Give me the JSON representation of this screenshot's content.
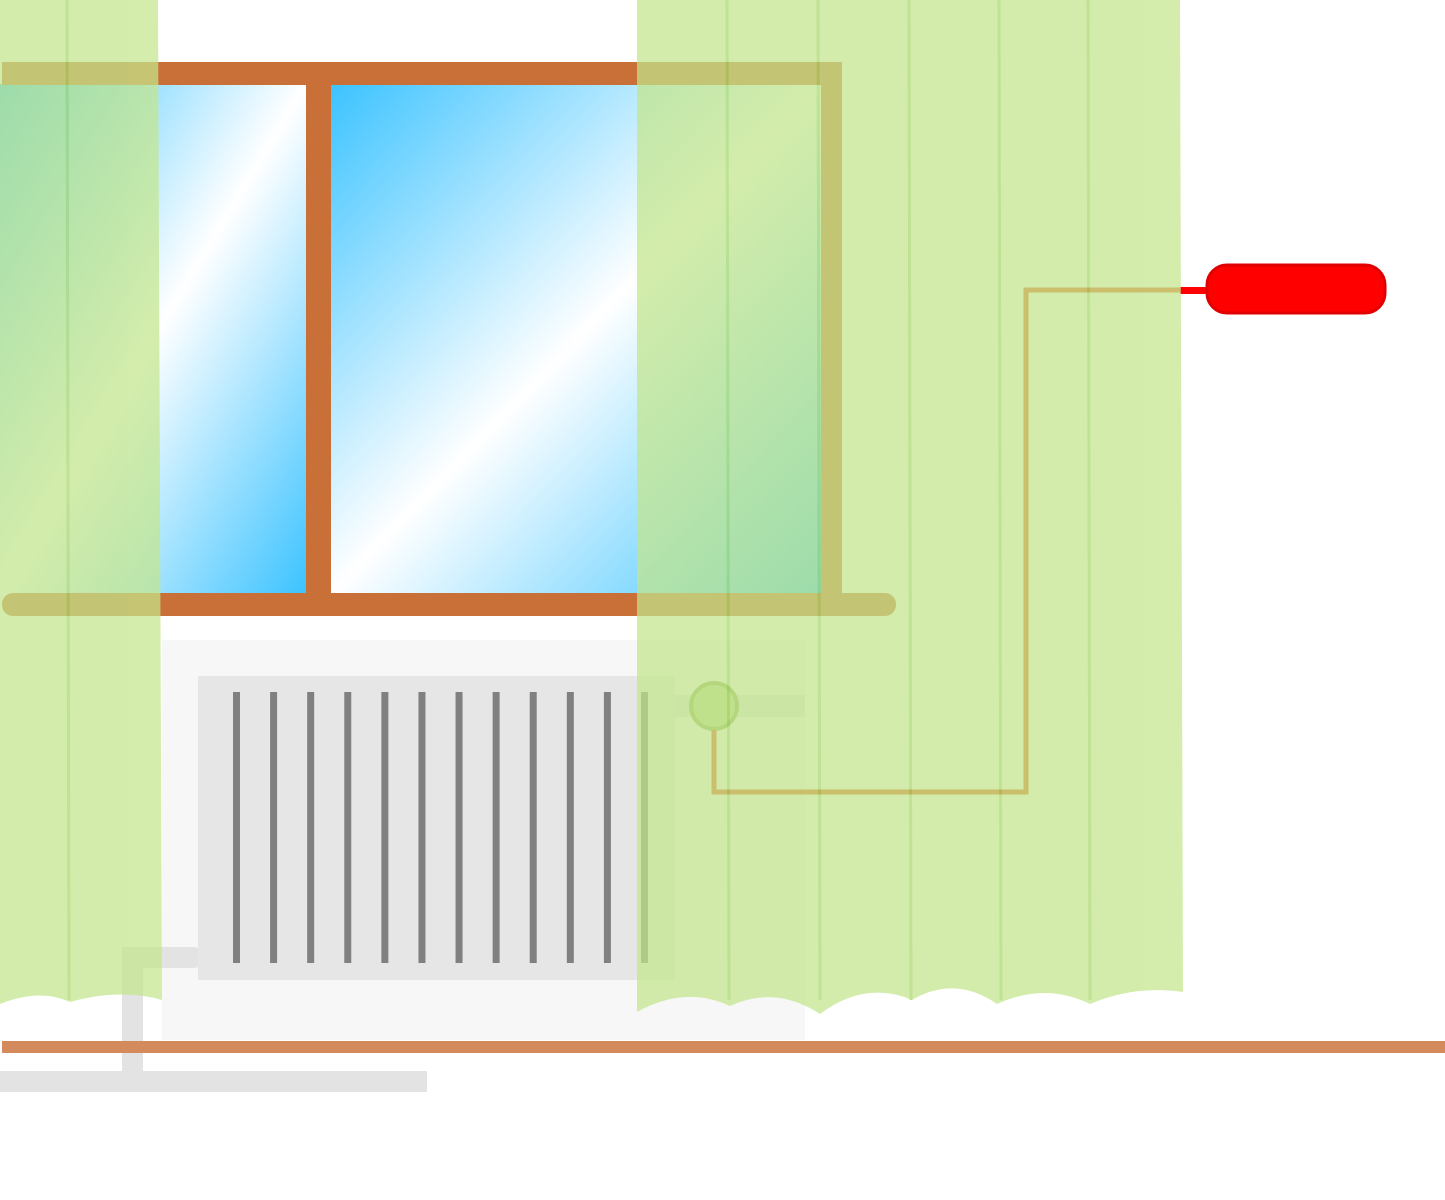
{
  "diagram": {
    "type": "illustration",
    "components": {
      "window": {
        "panes": 2,
        "icon": "window-icon"
      },
      "radiator": {
        "fin_count": 12,
        "icon": "radiator-icon"
      },
      "thermostat_valve": {
        "icon": "valve-icon"
      },
      "sensor_wire": {
        "icon": "wire-icon"
      },
      "remote_sensor": {
        "icon": "sensor-icon"
      },
      "curtains": {
        "left_panels": 2,
        "right_panels": 6,
        "icon": "curtain-icon"
      },
      "heating_pipes": {
        "icon": "pipe-icon"
      },
      "floor_baseboard": {
        "icon": "baseboard-icon"
      }
    }
  },
  "colors": {
    "window_frame": "#c87037",
    "glass_light": "#ffffff",
    "glass_blue": "#3cc3ff",
    "curtain_fill": "#c3e68c",
    "curtain_line": "#a8d86a",
    "radiator_body": "#e6e6e6",
    "radiator_fin": "#808080",
    "wall_panel": "#f7f7f7",
    "pipe": "#e3e3e3",
    "wire": "#e05a22",
    "sensor": "#ff0000",
    "sensor_border": "#e00000",
    "valve": "#b7d48a",
    "valve_border": "#8fb35c",
    "baseboard": "#d38a5c"
  }
}
